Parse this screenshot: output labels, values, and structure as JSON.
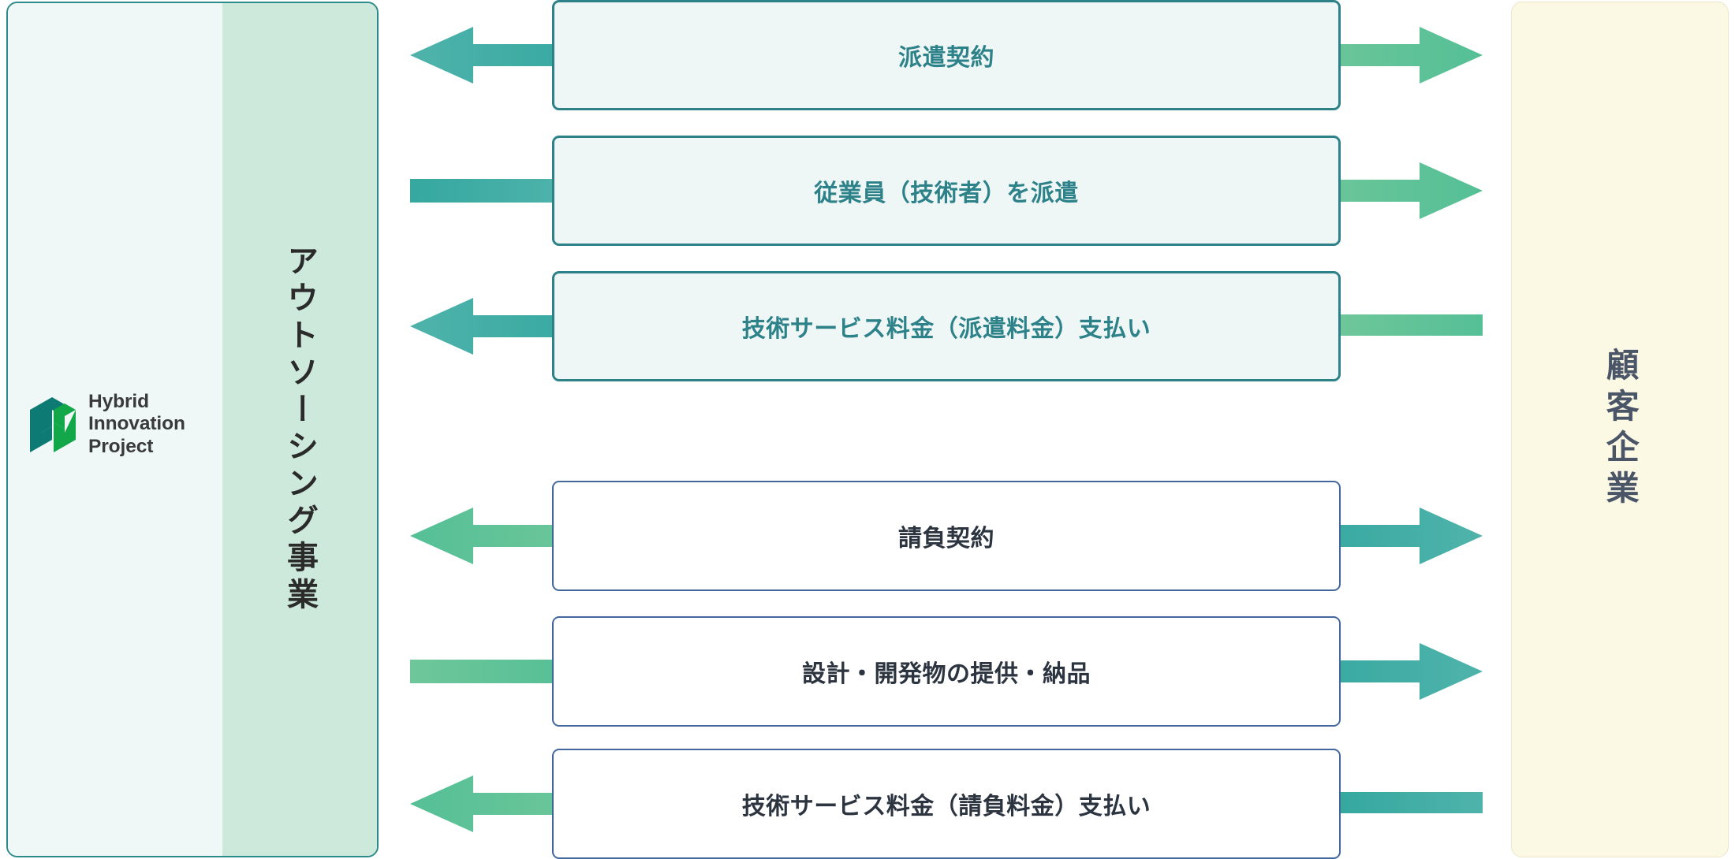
{
  "diagram": {
    "title_hidden": "",
    "left_party": {
      "label": "アウトソーシング事業",
      "logo_lines": [
        "Hybrid",
        "Innovation",
        "Project"
      ],
      "logo_name": "Hybrid Innovation Project",
      "bg_light": "#eff8f7",
      "bg_mint": "#cde9dc",
      "border": "#2e8b8b"
    },
    "right_party": {
      "label": "顧客企業",
      "bg": "#fbf8e4",
      "text_color": "#4a5568"
    },
    "colors": {
      "teal_arrow": "#35a8a0",
      "green_arrow": "#6ec79a",
      "teal_box_border": "#2d8289",
      "teal_box_fill": "#eef7f6",
      "teal_text": "#2d8289",
      "plain_box_border": "#44689c",
      "plain_box_fill": "#ffffff",
      "plain_text": "#2c3440"
    },
    "rows": [
      {
        "label": "派遣契約",
        "style": "teal",
        "left": {
          "kind": "arrow",
          "dir": "left",
          "color": "teal"
        },
        "right": {
          "kind": "arrow",
          "dir": "right",
          "color": "green"
        }
      },
      {
        "label": "従業員（技術者）を派遣",
        "style": "teal",
        "left": {
          "kind": "stub",
          "color": "teal"
        },
        "right": {
          "kind": "arrow",
          "dir": "right",
          "color": "green"
        }
      },
      {
        "label": "技術サービス料金（派遣料金）支払い",
        "style": "teal",
        "left": {
          "kind": "arrow",
          "dir": "left",
          "color": "teal"
        },
        "right": {
          "kind": "stub",
          "color": "green"
        }
      },
      {
        "label": "請負契約",
        "style": "plain",
        "left": {
          "kind": "arrow",
          "dir": "left",
          "color": "green"
        },
        "right": {
          "kind": "arrow",
          "dir": "right",
          "color": "teal"
        }
      },
      {
        "label": "設計・開発物の提供・納品",
        "style": "plain",
        "left": {
          "kind": "stub",
          "color": "green"
        },
        "right": {
          "kind": "arrow",
          "dir": "right",
          "color": "teal"
        }
      },
      {
        "label": "技術サービス料金（請負料金）支払い",
        "style": "plain",
        "left": {
          "kind": "arrow",
          "dir": "left",
          "color": "green"
        },
        "right": {
          "kind": "stub",
          "color": "teal"
        }
      }
    ]
  }
}
